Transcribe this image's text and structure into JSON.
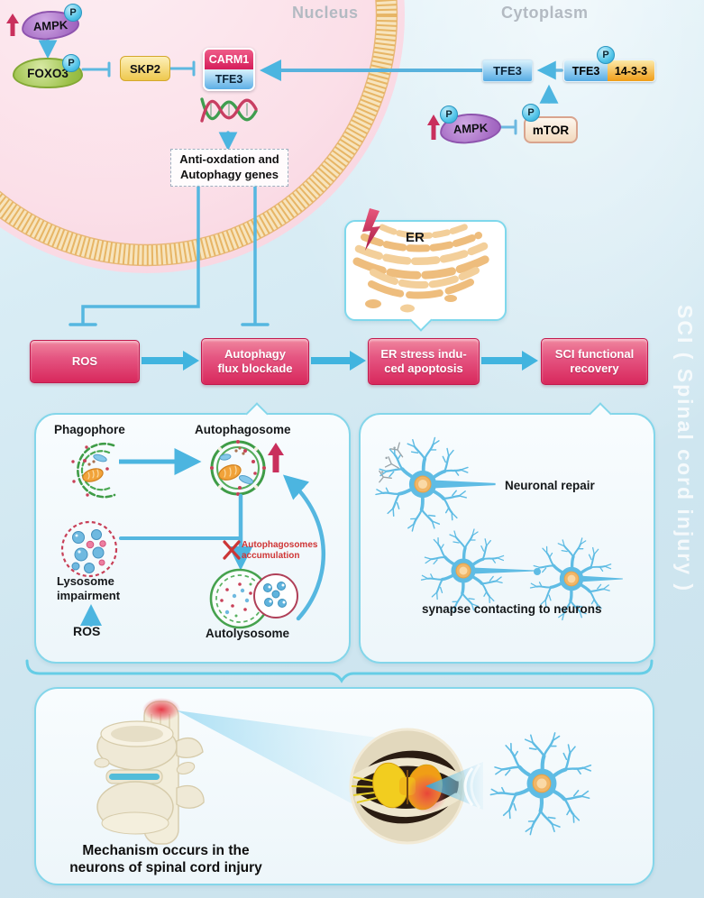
{
  "regions": {
    "nucleus_label": "Nucleus",
    "cytoplasm_label": "Cytoplasm"
  },
  "molecules": {
    "ampk": "AMPK",
    "p": "P",
    "foxo3": "FOXO3",
    "skp2": "SKP2",
    "carm1": "CARM1",
    "tfe3": "TFE3",
    "fourteen_three_three": "14-3-3",
    "mtor": "mTOR",
    "er": "ER"
  },
  "genes_box": {
    "line1": "Anti-oxdation and",
    "line2": "Autophagy genes"
  },
  "flow_boxes": {
    "ros": "ROS",
    "autophagy": {
      "line1": "Autophagy",
      "line2": "flux blockade"
    },
    "er_stress": {
      "line1": "ER stress indu-",
      "line2": "ced apoptosis"
    },
    "sci": {
      "line1": "SCI functional",
      "line2": "recovery"
    }
  },
  "autophagy_panel": {
    "phagophore": "Phagophore",
    "autophagosome": "Autophagosome",
    "lysosome": {
      "line1": "Lysosome",
      "line2": "impairment"
    },
    "ros": "ROS",
    "accumulation": {
      "line1": "Autophagosomes",
      "line2": "accumulation"
    },
    "autolysosome": "Autolysosome"
  },
  "neuron_panel": {
    "neuronal_repair": "Neuronal repair",
    "synapse": "synapse contacting to neurons"
  },
  "bottom_panel": {
    "caption_line1": "Mechanism occurs in the",
    "caption_line2": "neurons of spinal cord injury"
  },
  "side_label": "SCI ( Spinal cord injury )",
  "colors": {
    "accent_cyan": "#45b9e2",
    "flow_box_pink": "#d8285c",
    "panel_border": "#84d6ea",
    "nucleus_pink": "#fbdfe8",
    "membrane_orange": "#e7b25c",
    "warning_red": "#cf3535",
    "neuron_blue": "#5fbce4",
    "highlight_crimson": "#c92f5c"
  }
}
